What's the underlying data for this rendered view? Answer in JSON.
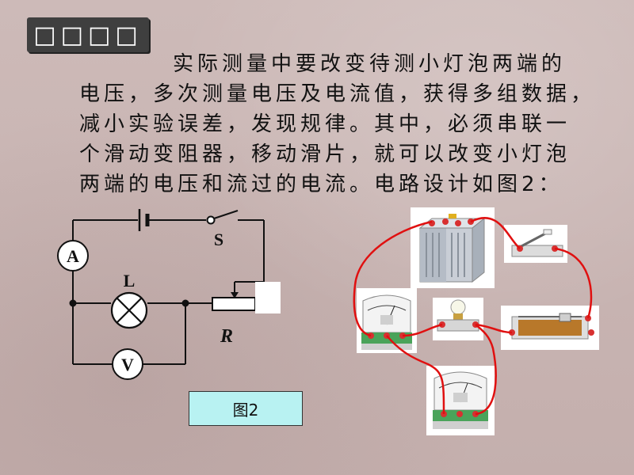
{
  "header": {
    "title": "□□□□"
  },
  "paragraph": {
    "lines": [
      "实际测量中要改变待测小灯泡两端的",
      "电压，多次测量电压及电流值，获得多组数据，",
      "减小实验误差，发现规律。其中，必须串联一",
      "个滑动变阻器，移动滑片，就可以改变小灯泡",
      "两端的电压和流过的电流。电路设计如图2："
    ]
  },
  "circuit": {
    "ammeter_symbol": "A",
    "voltmeter_symbol": "V",
    "switch_label": "S",
    "lamp_label": "L",
    "rheostat_label": "R"
  },
  "figure_caption": "图2",
  "colors": {
    "wire": "#e01010",
    "title_bg": "#3f3f3f",
    "caption_bg": "#b8f2f2"
  }
}
